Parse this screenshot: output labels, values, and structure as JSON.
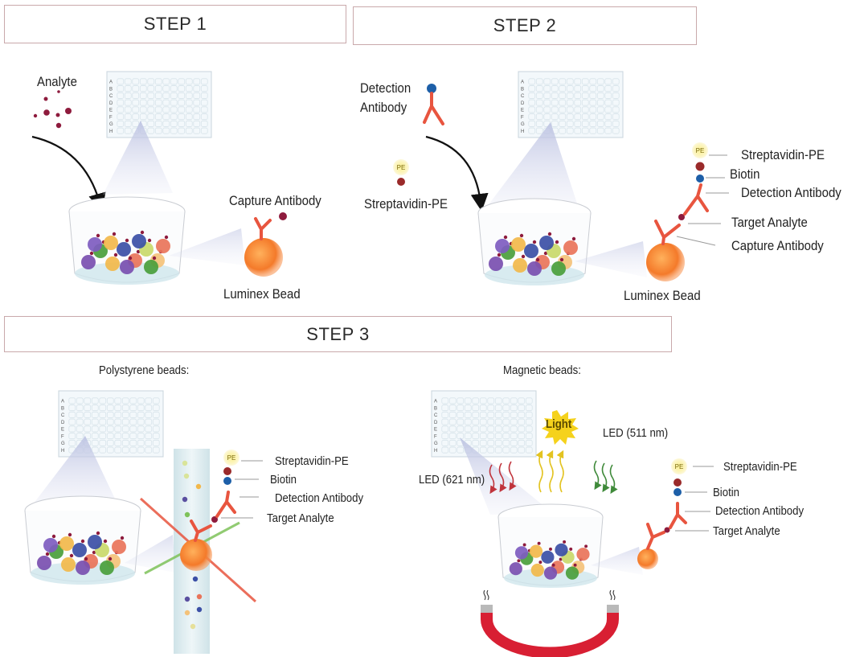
{
  "steps": [
    {
      "title": "STEP 1"
    },
    {
      "title": "STEP 2"
    },
    {
      "title": "STEP 3"
    }
  ],
  "step1": {
    "analyte_label": "Analyte",
    "capture_antibody_label": "Capture Antibody",
    "bead_label": "Luminex Bead"
  },
  "step2": {
    "detection_antibody_label": "Detection\nAntibody",
    "detection_line1": "Detection",
    "detection_line2": "Antibody",
    "streptavidin_label": "Streptavidin-PE",
    "pe_badge": "PE",
    "callouts": [
      "Streptavidin-PE",
      "Biotin",
      "Detection Antibody",
      "Target Analyte",
      "Capture Antibody"
    ],
    "bead_label": "Luminex Bead"
  },
  "step3": {
    "polystyrene": {
      "heading": "Polystyrene beads:",
      "pe_badge": "PE",
      "callouts": [
        "Streptavidin-PE",
        "Biotin",
        "Detection Antibody",
        "Target Analyte"
      ]
    },
    "magnetic": {
      "heading": "Magnetic beads:",
      "light_label": "Light",
      "led_red_label": "LED (621 nm)",
      "led_green_label": "LED (511 nm)",
      "pe_badge": "PE",
      "callouts": [
        "Streptavidin-PE",
        "Biotin",
        "Detection Antibody",
        "Target Analyte"
      ]
    }
  },
  "plate": {
    "row_letters": [
      "A",
      "B",
      "C",
      "D",
      "E",
      "F",
      "G",
      "H"
    ],
    "columns": 12
  },
  "colors": {
    "box_border": "#c9a9ab",
    "bead_orange": "#f47a2a",
    "antibody_red": "#e8553f",
    "analyte_maroon": "#8e1b3d",
    "biotin_blue": "#1d5fa8",
    "pe_yellow": "#f6e15a",
    "magnet_red": "#d81f33",
    "led_red": "#c0343c",
    "led_green": "#3f8a3a",
    "light_yellow": "#f5d21c"
  }
}
